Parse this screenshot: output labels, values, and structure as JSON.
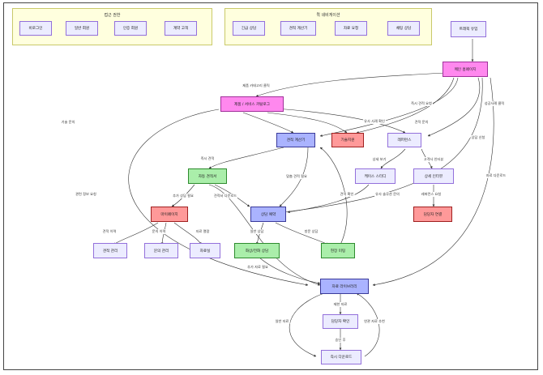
{
  "groups": {
    "access": {
      "title": "접근 권한"
    },
    "quicknav": {
      "title": "퀵 네비게이션"
    }
  },
  "nodes": {
    "login": "비로그인",
    "general_member": "일반 회원",
    "verified_member": "인증 회원",
    "contract_customer": "계약 고객",
    "emergency_consult": "긴급 상담",
    "quote_calc": "견적 계산기",
    "data_request": "자료 요청",
    "chat_consult": "채팅 상담",
    "traffic_inflow": "트래픽 유입",
    "main_homepage": "메인 홈페이지",
    "catalog": "제품 / 서비스 카탈로그",
    "quote_calculator": "견적 계산기",
    "tech_support": "기술지원",
    "reference": "레퍼런스",
    "case_study": "케이스 스터디",
    "detail_interview": "상세 인터뷰",
    "auto_quote": "자동 견적서",
    "consult_booking": "상담 예약",
    "mypage": "마이페이지",
    "assigned_contact": "담당자 연결",
    "quote_manage": "견적 관리",
    "inquiry_manage": "문의 관리",
    "data_room": "자료실",
    "video_consult": "화상/전화 상담",
    "site_visit": "현장 미팅",
    "data_library": "자료 라이브러리",
    "contact_check": "담당자 확인",
    "instant_download": "즉시 다운로드"
  },
  "edge_labels": {
    "cat_click": "제품 카테고리 클릭",
    "instant_quote": "즉시 견적 요청",
    "success_click": "성공사례 클릭",
    "tech_inquiry": "기술 문의",
    "similar_case": "유사 사례 확인",
    "consult_apply": "상담 신청",
    "data_download": "자료 다운로드",
    "quote_inquiry": "견적 문의",
    "detail_view": "상세 보기",
    "customer_interview": "고객사 인터뷰",
    "instant_quote2": "즉시 견적",
    "custom_quote": "맞춤 견적 필요",
    "extra_consult": "추가 상담 필요",
    "quote_download": "견적서 다운로드",
    "quote_check": "견적 확인",
    "similar_solution": "유사 솔루션 문의",
    "reference_request": "레퍼런스 요청",
    "product_info": "관련 정보 요청",
    "quote_history": "견적 이력",
    "inquiry_history": "문의 이력",
    "data_browse": "자료 열람",
    "general_consult": "일반 상담",
    "visit_consult": "방문 상담",
    "extra_data": "추가 자료 필요",
    "restricted_data": "제한 자료",
    "general_data": "일반 자료",
    "related_recommend": "연관 자료 추천",
    "after_approval": "승인 후"
  }
}
